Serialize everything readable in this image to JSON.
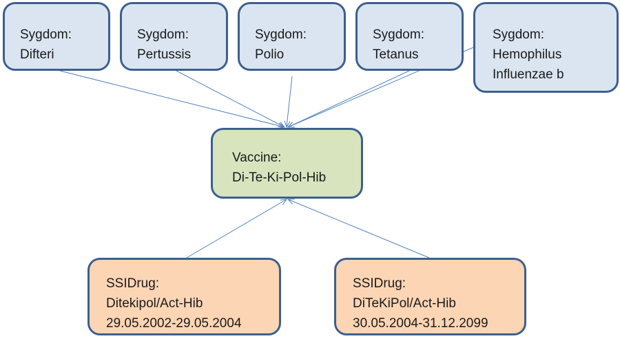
{
  "diseases": [
    {
      "type": "Sygdom:",
      "lines": [
        "Difteri"
      ]
    },
    {
      "type": "Sygdom:",
      "lines": [
        "Pertussis"
      ]
    },
    {
      "type": "Sygdom:",
      "lines": [
        "Polio"
      ]
    },
    {
      "type": "Sygdom:",
      "lines": [
        "Tetanus"
      ]
    },
    {
      "type": "Sygdom:",
      "lines": [
        "Hemophilus",
        "Influenzae b"
      ]
    }
  ],
  "vaccine": {
    "type": "Vaccine:",
    "name": "Di-Te-Ki-Pol-Hib"
  },
  "drugs": [
    {
      "type": "SSIDrug:",
      "name": "Ditekipol/Act-Hib",
      "period": "29.05.2002-29.05.2004"
    },
    {
      "type": "SSIDrug:",
      "name": "DiTeKiPol/Act-Hib",
      "period": "30.05.2004-31.12.2099"
    }
  ],
  "colors": {
    "disease_fill": "#dbe5f1",
    "vaccine_fill": "#d7e4bd",
    "drug_fill": "#fcd5b5",
    "border": "#3c5f8e",
    "arrow": "#4f81bd"
  }
}
